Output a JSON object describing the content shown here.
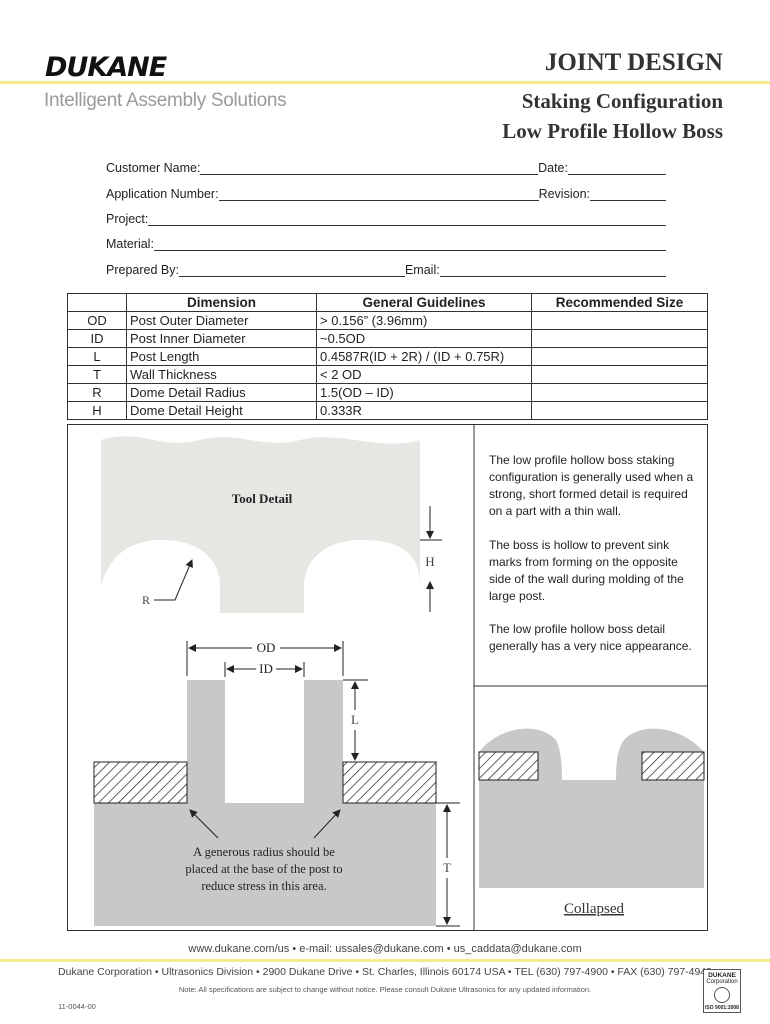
{
  "header": {
    "logo": "DUKANE",
    "tagline": "Intelligent Assembly Solutions",
    "doc_type": "JOINT DESIGN",
    "title_line1": "Staking Configuration",
    "title_line2": "Low Profile Hollow Boss"
  },
  "form": {
    "customer_name": "Customer Name:",
    "date": "Date:",
    "application_number": "Application Number:",
    "revision": "Revision:",
    "project": "Project:",
    "material": "Material:",
    "prepared_by": "Prepared By:",
    "email": "Email:"
  },
  "table": {
    "headers": [
      "Dimension",
      "General Guidelines",
      "Recommended Size"
    ],
    "rows": [
      {
        "abbr": "OD",
        "name": "Post Outer Diameter",
        "guideline": "> 0.156” (3.96mm)",
        "size": ""
      },
      {
        "abbr": "ID",
        "name": "Post Inner Diameter",
        "guideline": "~0.5OD",
        "size": ""
      },
      {
        "abbr": "L",
        "name": "Post Length",
        "guideline": "0.4587R(ID + 2R) / (ID + 0.75R)",
        "size": ""
      },
      {
        "abbr": "T",
        "name": "Wall Thickness",
        "guideline": "< 2 OD",
        "size": ""
      },
      {
        "abbr": "R",
        "name": "Dome Detail Radius",
        "guideline": "1.5(OD – ID)",
        "size": ""
      },
      {
        "abbr": "H",
        "name": "Dome Detail Height",
        "guideline": "0.333R",
        "size": ""
      }
    ]
  },
  "diagram": {
    "tool_detail": "Tool Detail",
    "label_h": "H",
    "label_r": "R",
    "label_od": "OD",
    "label_id": "ID",
    "label_l": "L",
    "label_t": "T",
    "note_line1": "A generous radius should be",
    "note_line2": "placed at the base of the post to",
    "note_line3": "reduce stress in this area.",
    "collapsed": "Collapsed"
  },
  "description": {
    "p1": "The low profile hollow boss staking configuration is generally used when a strong, short formed detail is required on a part with a thin wall.",
    "p2": "The boss is hollow to prevent sink marks from forming on the opposite side of the wall during molding of the large post.",
    "p3": "The low profile hollow boss detail generally has a very nice appearance."
  },
  "footer": {
    "links": "www.dukane.com/us • e-mail: ussales@dukane.com • us_caddata@dukane.com",
    "corporate": "Dukane Corporation • Ultrasonics Division • 2900 Dukane Drive • St. Charles, Illinois 60174 USA • TEL (630) 797-4900 • FAX (630) 797-4949",
    "note": "Note: All specifications are subject to change without notice. Please consult Dukane Ultrasonics for any updated information.",
    "doc_number": "11-0044-00",
    "badge_name": "DUKANE",
    "badge_sub": "Corporation",
    "badge_iso": "ISO 9001:2008"
  },
  "colors": {
    "accent_yellow": "#f3ea8a",
    "part_gray": "#c8c8c8",
    "tool_gray": "#e6e6e3"
  }
}
